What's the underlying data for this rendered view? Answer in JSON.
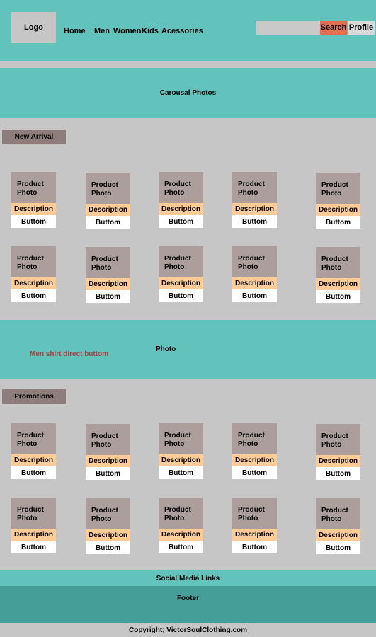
{
  "header": {
    "logo": "Logo",
    "nav": [
      "Home",
      "Men",
      "Women",
      "Kids",
      "Acessories"
    ],
    "search_label": "Search",
    "profile_label": "Profile"
  },
  "carousel": "Carousal Photos",
  "new_arrival": {
    "title": "New Arrival",
    "card": {
      "photo": "Product Photo",
      "description": "Description",
      "button": "Buttom"
    }
  },
  "banner": {
    "link": "Men shirt direct buttom",
    "photo": "Photo"
  },
  "promotions": {
    "title": "Promotions",
    "card": {
      "photo": "Product Photo",
      "description": "Description",
      "button": "Buttom"
    }
  },
  "social": "Social Media Links",
  "footer": "Footer",
  "copyright": "Copyright; VictorSoulClothing.com"
}
